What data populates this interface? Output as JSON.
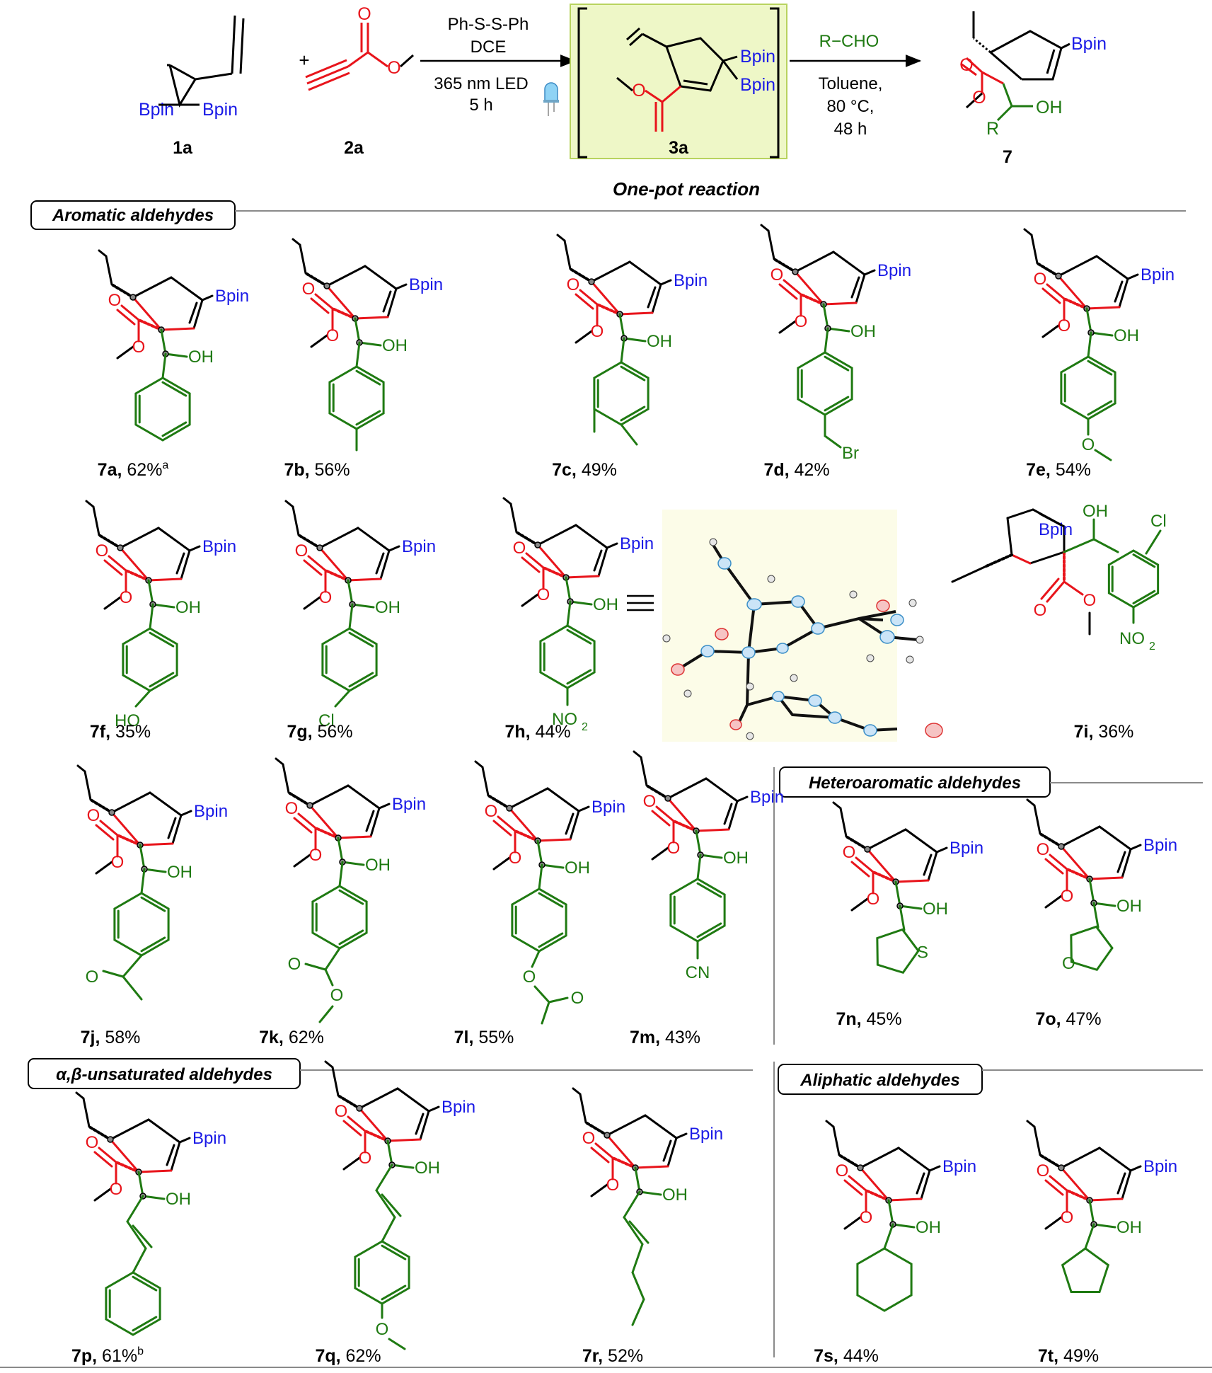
{
  "colors": {
    "black": "#000000",
    "red": "#e8141b",
    "blue": "#1a1ae6",
    "green": "#1f7a12",
    "box_fill": "#eef7c7",
    "ortep_bg": "#fcfce8",
    "rule": "#8a8a8a"
  },
  "scheme": {
    "plus": "+",
    "label_1a": "1a",
    "label_2a": "2a",
    "label_3a": "3a",
    "label_7": "7",
    "cond1": [
      "Ph-S-S-Ph",
      "DCE",
      "365 nm LED",
      "5 h"
    ],
    "cond2_top": "R−CHO",
    "cond2": [
      "Toluene,",
      "80 °C,",
      "48 h"
    ],
    "one_pot": "One-pot reaction",
    "bpin": "Bpin",
    "oh": "OH",
    "r": "R"
  },
  "sections": {
    "aromatic": "Aromatic aldehydes",
    "heteroaromatic": "Heteroaromatic aldehydes",
    "unsaturated": "α,β-unsaturated  aldehydes",
    "aliphatic": "Aliphatic aldehydes"
  },
  "substituents": {
    "br": "Br",
    "ho": "HO",
    "cl": "Cl",
    "no2": "NO",
    "no2_sub": "2",
    "cn": "CN",
    "s": "S",
    "o": "O"
  },
  "compounds": [
    {
      "id": "7a",
      "yield": "62%",
      "note": "a"
    },
    {
      "id": "7b",
      "yield": "56%",
      "note": ""
    },
    {
      "id": "7c",
      "yield": "49%",
      "note": ""
    },
    {
      "id": "7d",
      "yield": "42%",
      "note": ""
    },
    {
      "id": "7e",
      "yield": "54%",
      "note": ""
    },
    {
      "id": "7f",
      "yield": "35%",
      "note": ""
    },
    {
      "id": "7g",
      "yield": "56%",
      "note": ""
    },
    {
      "id": "7h",
      "yield": "44%",
      "note": ""
    },
    {
      "id": "7i",
      "yield": "36%",
      "note": ""
    },
    {
      "id": "7j",
      "yield": "58%",
      "note": ""
    },
    {
      "id": "7k",
      "yield": "62%",
      "note": ""
    },
    {
      "id": "7l",
      "yield": "55%",
      "note": ""
    },
    {
      "id": "7m",
      "yield": "43%",
      "note": ""
    },
    {
      "id": "7n",
      "yield": "45%",
      "note": ""
    },
    {
      "id": "7o",
      "yield": "47%",
      "note": ""
    },
    {
      "id": "7p",
      "yield": "61%",
      "note": "b"
    },
    {
      "id": "7q",
      "yield": "62%",
      "note": ""
    },
    {
      "id": "7r",
      "yield": "52%",
      "note": ""
    },
    {
      "id": "7s",
      "yield": "44%",
      "note": ""
    },
    {
      "id": "7t",
      "yield": "49%",
      "note": ""
    }
  ]
}
